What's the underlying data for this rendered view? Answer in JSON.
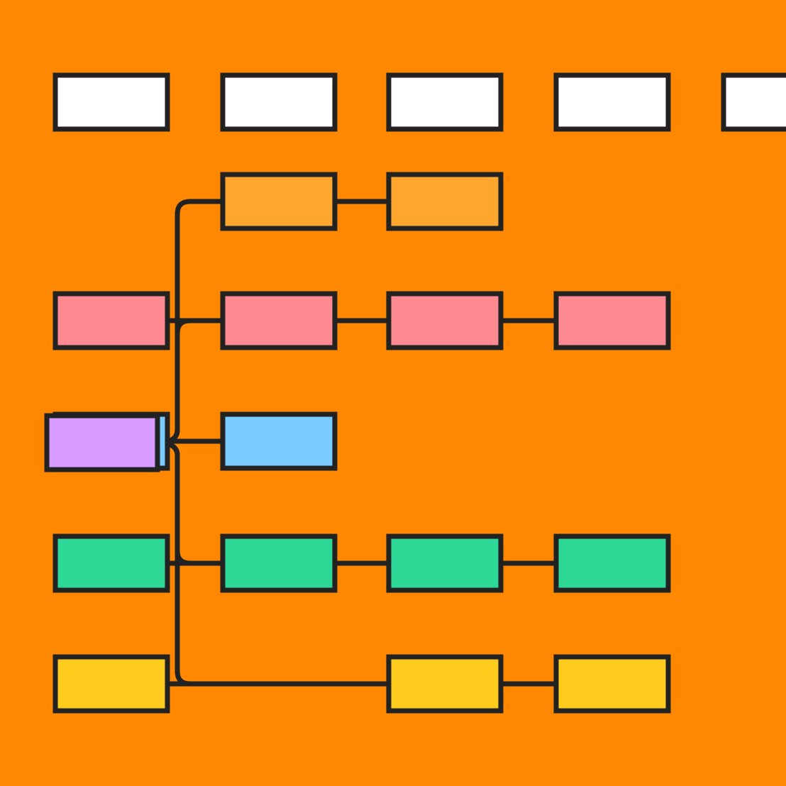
{
  "colors": {
    "background": "#FF8800",
    "stroke": "#222222",
    "root": "#D89BFF",
    "header": "#FFFFFF",
    "row_orange": "#FFA62E",
    "row_pink": "#FF8A92",
    "row_blue": "#7BCBFF",
    "row_green": "#2DD897",
    "row_yellow": "#FFCB1C"
  },
  "diagram": {
    "type": "tree-timeline",
    "root": {
      "name": "root-node",
      "color_key": "root"
    },
    "header_columns": 5,
    "rows": [
      {
        "name": "branch-orange",
        "color_key": "row_orange",
        "nodes": [
          2,
          3
        ]
      },
      {
        "name": "branch-pink",
        "color_key": "row_pink",
        "nodes": [
          1,
          2,
          3,
          4
        ]
      },
      {
        "name": "branch-blue",
        "color_key": "row_blue",
        "nodes": [
          1,
          2
        ]
      },
      {
        "name": "branch-green",
        "color_key": "row_green",
        "nodes": [
          1,
          2,
          3,
          4
        ]
      },
      {
        "name": "branch-yellow",
        "color_key": "row_yellow",
        "nodes": [
          1,
          3,
          4
        ]
      }
    ]
  }
}
